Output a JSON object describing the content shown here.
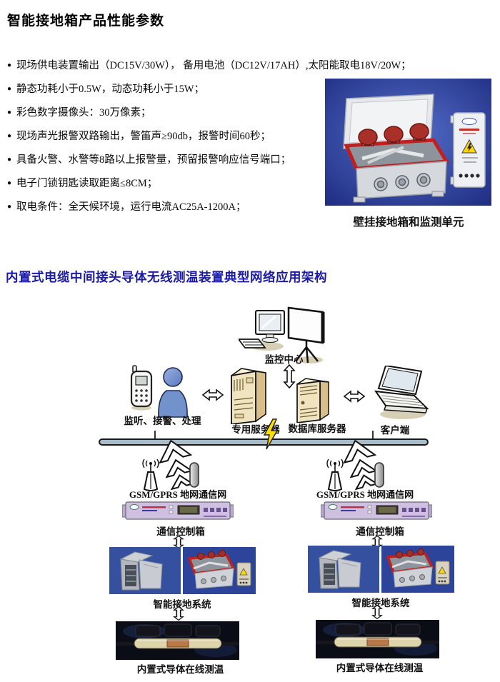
{
  "specs": {
    "title": "智能接地箱产品性能参数",
    "bullet_char": "●",
    "bullets": [
      "现场供电装置输出（DC15V/30W）， 备用电池（DC12V/17AH）,太阳能取电18V/20W；",
      "静态功耗小于0.5W，动态功耗小于15W；",
      "彩色数字摄像头：30万像素；",
      "现场声光报警双路输出，警笛声≥90db，报警时间60秒；",
      "具备火警、水警等8路以上报警量，预留报警响应信号端口；",
      "电子门锁钥匙读取距离≤8CM；",
      "取电条件：全天候环境，运行电流AC25A-1200A；"
    ],
    "figure_caption": "壁挂接地箱和监测单元"
  },
  "network": {
    "heading": "内置式电缆中间接头导体无线测温装置典型网络应用架构",
    "labels": {
      "monitoring_center": "监控中心",
      "dispatch": "监听、接警、处理",
      "app_server": "专用服务器",
      "db_server": "数据库服务器",
      "client": "客户端"
    },
    "branches": [
      {
        "gsm_label": "GSM/GPRS 地网通信网",
        "controller_label": "通信控制箱",
        "grounding_label": "智能接地系统",
        "cable_label": "内置式导体在线测温"
      },
      {
        "gsm_label": "GSM/GPRS 地网通信网",
        "controller_label": "通信控制箱",
        "grounding_label": "智能接地系统",
        "cable_label": "内置式导体在线测温"
      }
    ]
  },
  "icons": [
    "desktop-computer-icon",
    "projection-screen-icon",
    "mobile-phone-icon",
    "operator-person-icon",
    "app-server-icon",
    "db-server-icon",
    "laptop-icon",
    "antenna-icon",
    "signal-stick-icon",
    "zigzag-link-arrow-icon",
    "double-arrow-horizontal-icon",
    "double-arrow-vertical-icon",
    "lightning-bolt-icon",
    "network-bus"
  ],
  "colors": {
    "heading_blue": "#1a1aa6",
    "photo_bg_blue": "#2e44a8",
    "bus_gray_blue": "#a9bcc9",
    "server_tan": "#efe3c0",
    "person_blue": "#7292cc",
    "lightning_yellow": "#ffdf00",
    "device_lavender": "#cfc0e2",
    "box_red": "#c02020",
    "warning_yellow": "#ffd800"
  }
}
